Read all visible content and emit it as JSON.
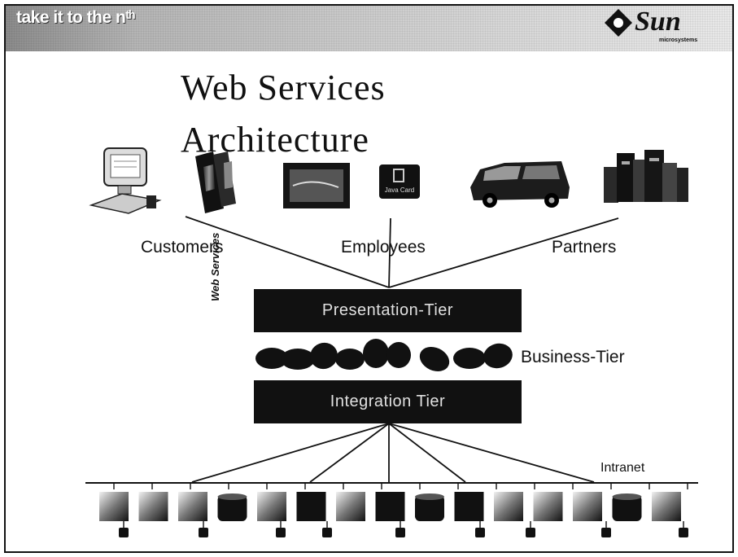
{
  "header": {
    "tagline": "take it to the nᵗʰ"
  },
  "logo": {
    "name": "Sun",
    "sub": "microsystems"
  },
  "title": {
    "line1": "Web Services",
    "line2": "Architecture"
  },
  "groups": {
    "customers": "Customers",
    "employees": "Employees",
    "partners": "Partners"
  },
  "tiers": {
    "presentation": "Presentation-Tier",
    "business": "Business-Tier",
    "integration": "Integration Tier"
  },
  "side_label": "Web Services",
  "network": {
    "label": "Intranet"
  },
  "devices": [
    {
      "icon": "desktop-computer-icon"
    },
    {
      "icon": "mobile-phones-icon"
    },
    {
      "icon": "pda-icon"
    },
    {
      "icon": "java-card-icon",
      "text": "Java Card"
    },
    {
      "icon": "van-icon"
    },
    {
      "icon": "server-rack-icon"
    }
  ],
  "colors": {
    "ink": "#111111",
    "tier_text": "#e0e0e0",
    "banner": "#b5b5b5"
  }
}
